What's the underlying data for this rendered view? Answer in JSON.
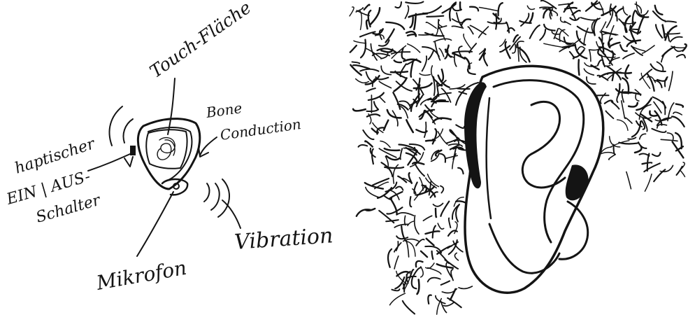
{
  "sketch": {
    "labels": {
      "touch": "Touch-Fläche",
      "bone_1": "Bone",
      "bone_2": "Conduction",
      "switch_1": "haptischer",
      "switch_2": "EIN | AUS-",
      "switch_3": "Schalter",
      "vibration": "Vibration",
      "mic": "Mikrofon"
    }
  },
  "colors": {
    "ink": "#141414",
    "paper": "#ffffff"
  }
}
